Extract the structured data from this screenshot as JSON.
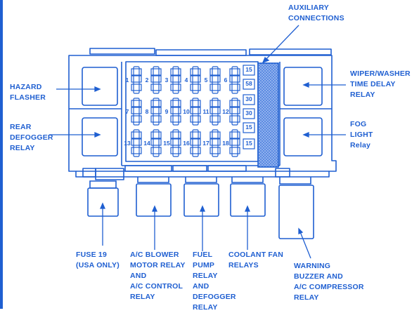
{
  "colors": {
    "ink": "#1f5fd1",
    "shade": "#8fb0ee",
    "background": "#ffffff"
  },
  "labels": {
    "auxiliary": "AUXILIARY\nCONNECTIONS",
    "hazard": "HAZARD\nFLASHER",
    "rear": "REAR\nDEFOGGER\nRELAY",
    "wiper": "WIPER/WASHER\nTIME DELAY\nRELAY",
    "fog": "FOG\nLIGHT\nRelay",
    "fuse19": "FUSE 19\n(USA ONLY)",
    "blower": "A/C BLOWER\nMOTOR RELAY\nAND\nA/C CONTROL\nRELAY",
    "fuel": "FUEL\nPUMP\nRELAY\nAND\nDEFOGGER\nRELAY",
    "coolant": "COOLANT FAN\nRELAYS",
    "warning": "WARNING\nBUZZER AND\nA/C COMPRESSOR\nRELAY"
  },
  "fuse_numbers": [
    "1",
    "2",
    "3",
    "4",
    "5",
    "6",
    "7",
    "8",
    "9",
    "10",
    "11",
    "12",
    "13",
    "14",
    "15",
    "16",
    "17",
    "18"
  ],
  "side_fuse_labels": [
    "15",
    "58",
    "30",
    "30",
    "15",
    "15"
  ]
}
